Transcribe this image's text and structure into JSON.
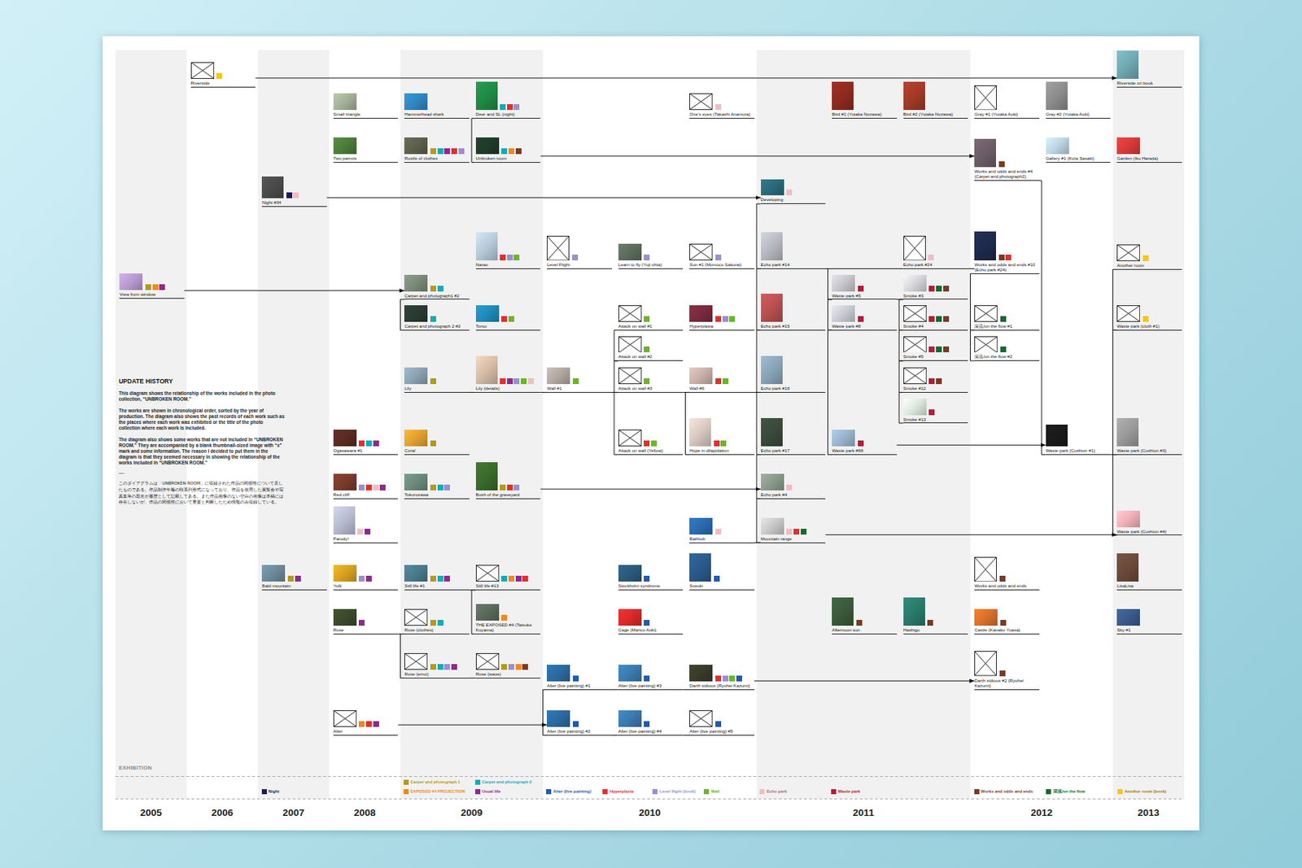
{
  "diagram": {
    "title": "UPDATE HISTORY",
    "nodes": [
      {
        "text": [
          "Riverside"
        ]
      },
      {
        "text": [
          "Riverside on book"
        ]
      },
      {
        "text": [
          "Small triangle"
        ]
      },
      {
        "text": [
          "Hammerhead shark"
        ]
      },
      {
        "text": [
          "Deer and SL (night)"
        ]
      },
      {
        "text": [
          "One's eyes (Takashi Anamura)"
        ]
      },
      {
        "text": [
          "Bird #1 (Yutaka Nozawa)"
        ]
      },
      {
        "text": [
          "Bird #2 (Yutaka Nozawa)"
        ]
      },
      {
        "text": [
          "Gray #1 (Yutaka Aoki)"
        ]
      },
      {
        "text": [
          "Gray #2 (Yutaka Aoki)"
        ]
      },
      {
        "text": [
          "Two parrots"
        ]
      },
      {
        "text": [
          "Rustle of clothes"
        ]
      },
      {
        "text": [
          "Unbroken room"
        ]
      },
      {
        "text": [
          "Works and odds and ends #4 (Carpet and photograph2)"
        ]
      },
      {
        "text": [
          "Gallery #1 (Kota Sasaki)"
        ]
      },
      {
        "text": [
          "Garden (Iku Harada)"
        ]
      },
      {
        "text": [
          "Night #34"
        ]
      },
      {
        "text": [
          "Developing"
        ]
      },
      {
        "text": [
          "Narao"
        ]
      },
      {
        "text": [
          "Level Flight"
        ]
      },
      {
        "text": [
          "Learn to fly (Yuji ohta)"
        ]
      },
      {
        "text": [
          "Sun #1 (Momoco Sakurai)"
        ]
      },
      {
        "text": [
          "Echo park #14"
        ]
      },
      {
        "text": [
          "Echo park #24"
        ]
      },
      {
        "text": [
          "Works and odds and ends #10 (Echo park #24)"
        ]
      },
      {
        "text": [
          "Another room"
        ]
      },
      {
        "text": [
          "View from window"
        ]
      },
      {
        "text": [
          "Carpet and photograph1 #2"
        ]
      },
      {
        "text": [
          "Waste park #5"
        ]
      },
      {
        "text": [
          "Smoke #3"
        ]
      },
      {
        "text": [
          "Carpet and photograph 2 #2"
        ]
      },
      {
        "text": [
          "Torso"
        ]
      },
      {
        "text": [
          "Attack on wall #1"
        ]
      },
      {
        "text": [
          "Hyperplasia"
        ]
      },
      {
        "text": [
          "Echo park #15"
        ]
      },
      {
        "text": [
          "Waste park #8"
        ]
      },
      {
        "text": [
          "Smoke #4"
        ]
      },
      {
        "text": [
          "深流/on the flow #1"
        ]
      },
      {
        "text": [
          "Waste park (cloth #1)"
        ]
      },
      {
        "text": [
          "Attack on wall #2"
        ]
      },
      {
        "text": [
          "Smoke #5"
        ]
      },
      {
        "text": [
          "深流/on the flow #2"
        ]
      },
      {
        "text": [
          "Lily"
        ]
      },
      {
        "text": [
          "Lily (details)"
        ]
      },
      {
        "text": [
          "Wall #1"
        ]
      },
      {
        "text": [
          "Attack on wall #3"
        ]
      },
      {
        "text": [
          "Wall #6"
        ]
      },
      {
        "text": [
          "Echo park #16"
        ]
      },
      {
        "text": [
          "Smoke #12"
        ]
      },
      {
        "text": [
          "Smoke #13"
        ]
      },
      {
        "text": [
          "Ogasawara #1"
        ]
      },
      {
        "text": [
          "Coral"
        ]
      },
      {
        "text": [
          "Attack on wall (Yellow)"
        ]
      },
      {
        "text": [
          "Hope in dilapidation"
        ]
      },
      {
        "text": [
          "Echo park #17"
        ]
      },
      {
        "text": [
          "Waste park #68"
        ]
      },
      {
        "text": [
          "Waste park (Cushion #1)"
        ]
      },
      {
        "text": [
          "Waste park (Cushion #3)"
        ]
      },
      {
        "text": [
          "Red cliff"
        ]
      },
      {
        "text": [
          "Tokorozawa"
        ]
      },
      {
        "text": [
          "Bush of the graveyard"
        ]
      },
      {
        "text": [
          "Echo park #4"
        ]
      },
      {
        "text": [
          "Parody!"
        ]
      },
      {
        "text": [
          "Bathtub"
        ]
      },
      {
        "text": [
          "Mountain range"
        ]
      },
      {
        "text": [
          "Waste park (Cushion #4)"
        ]
      },
      {
        "text": [
          "Bald mountain"
        ]
      },
      {
        "text": [
          "Yolk"
        ]
      },
      {
        "text": [
          "Still life #1"
        ]
      },
      {
        "text": [
          "Still life #13"
        ]
      },
      {
        "text": [
          "Stockholm syndrome"
        ]
      },
      {
        "text": [
          "Susuki"
        ]
      },
      {
        "text": [
          "Works and odds and ends"
        ]
      },
      {
        "text": [
          "LisaLisa"
        ]
      },
      {
        "text": [
          "Rose"
        ]
      },
      {
        "text": [
          "Rose (clothes)"
        ]
      },
      {
        "text": [
          "THE EXPOSED #4 (Taisuke Koyama)"
        ]
      },
      {
        "text": [
          "Cage (Marico Aoki)"
        ]
      },
      {
        "text": [
          "Afternoon sun"
        ]
      },
      {
        "text": [
          "Hashigo"
        ]
      },
      {
        "text": [
          "Castle (Kanako Yuasa)"
        ]
      },
      {
        "text": [
          "Sky #1"
        ]
      },
      {
        "text": [
          "Rose (error)"
        ]
      },
      {
        "text": [
          "Rose (wave)"
        ]
      },
      {
        "text": [
          "Alter (live painting) #1"
        ]
      },
      {
        "text": [
          "Alter (live painting) #3"
        ]
      },
      {
        "text": [
          "Darth sidious (Ryohei Kazumi)"
        ]
      },
      {
        "text": [
          "Darth sidious #2 (Ryohei Kazumi)"
        ]
      },
      {
        "text": [
          "Alter"
        ]
      },
      {
        "text": [
          "Alter (live painting) #2"
        ]
      },
      {
        "text": [
          "Alter (live painting) #4"
        ]
      },
      {
        "text": [
          "Alter (live painting) #5"
        ]
      }
    ],
    "edges": [
      {
        "from": 0,
        "to": 1,
        "arrow": "to"
      },
      {
        "from": 4,
        "to": 12,
        "arrow": "none"
      },
      {
        "from": 12,
        "to": 13,
        "arrow": "to"
      },
      {
        "from": 13,
        "to": 56,
        "arrow": "none"
      },
      {
        "from": 16,
        "to": 17,
        "arrow": "to"
      },
      {
        "from": 26,
        "to": 27,
        "arrow": "to"
      },
      {
        "from": 27,
        "to": 30,
        "arrow": "none"
      },
      {
        "from": 42,
        "to": 43,
        "arrow": "none"
      },
      {
        "from": 43,
        "to": 44,
        "arrow": "none"
      },
      {
        "from": 44,
        "to": 45,
        "arrow": "none"
      },
      {
        "from": 45,
        "to": 46,
        "arrow": "none"
      },
      {
        "from": 46,
        "to": 47,
        "arrow": "none"
      },
      {
        "from": 32,
        "to": 39,
        "arrow": "none"
      },
      {
        "from": 39,
        "to": 45,
        "arrow": "none"
      },
      {
        "from": 45,
        "to": 52,
        "arrow": "none"
      },
      {
        "from": 46,
        "to": 53,
        "arrow": "none"
      },
      {
        "from": 17,
        "to": 22,
        "arrow": "none"
      },
      {
        "from": 22,
        "to": 34,
        "arrow": "none"
      },
      {
        "from": 34,
        "to": 47,
        "arrow": "none"
      },
      {
        "from": 47,
        "to": 54,
        "arrow": "none"
      },
      {
        "from": 54,
        "to": 61,
        "arrow": "none"
      },
      {
        "from": 61,
        "to": 64,
        "arrow": "none"
      },
      {
        "from": 22,
        "to": 23,
        "arrow": "none"
      },
      {
        "from": 22,
        "to": 28,
        "arrow": "none"
      },
      {
        "from": 28,
        "to": 35,
        "arrow": "none"
      },
      {
        "from": 35,
        "to": 55,
        "arrow": "none"
      },
      {
        "from": 28,
        "to": 29,
        "arrow": "none"
      },
      {
        "from": 29,
        "to": 36,
        "arrow": "none"
      },
      {
        "from": 36,
        "to": 40,
        "arrow": "none"
      },
      {
        "from": 40,
        "to": 48,
        "arrow": "none"
      },
      {
        "from": 48,
        "to": 49,
        "arrow": "none"
      },
      {
        "from": 23,
        "to": 24,
        "arrow": "none"
      },
      {
        "from": 24,
        "to": 37,
        "arrow": "none"
      },
      {
        "from": 37,
        "to": 41,
        "arrow": "none"
      },
      {
        "from": 55,
        "to": 56,
        "arrow": "to"
      },
      {
        "from": 56,
        "to": 57,
        "arrow": "none"
      },
      {
        "from": 25,
        "to": 38,
        "arrow": "none"
      },
      {
        "from": 38,
        "to": 57,
        "arrow": "none"
      },
      {
        "from": 57,
        "to": 65,
        "arrow": "none"
      },
      {
        "from": 64,
        "to": 65,
        "arrow": "to"
      },
      {
        "from": 63,
        "to": 64,
        "arrow": "none"
      },
      {
        "from": 60,
        "to": 61,
        "arrow": "to"
      },
      {
        "from": 68,
        "to": 69,
        "arrow": "none"
      },
      {
        "from": 69,
        "to": 76,
        "arrow": "none"
      },
      {
        "from": 74,
        "to": 75,
        "arrow": "none"
      },
      {
        "from": 75,
        "to": 82,
        "arrow": "none"
      },
      {
        "from": 82,
        "to": 83,
        "arrow": "none"
      },
      {
        "from": 88,
        "to": 89,
        "arrow": "to"
      },
      {
        "from": 89,
        "to": 84,
        "arrow": "none"
      },
      {
        "from": 84,
        "to": 85,
        "arrow": "none"
      },
      {
        "from": 85,
        "to": 86,
        "arrow": "none"
      },
      {
        "from": 89,
        "to": 90,
        "arrow": "none"
      },
      {
        "from": 90,
        "to": 91,
        "arrow": "none"
      },
      {
        "from": 86,
        "to": 87,
        "arrow": "to"
      }
    ],
    "labels": [
      "This diagram shows the relationship of the works included in the photo collection, “UNBROKEN ROOM.”",
      "The works are shown in chronological order, sorted by the year of production. The diagram also shows the past records of each work such as the places where each work was exhibited or the title of the photo collection where each work is included.",
      "The diagram also shows some works that are not included in “UNBROKEN ROOM.” They are accompanied by a blank thumbnail-sized image with “x” mark and some information. The reason I decided to put them in the diagram is that they seemed necessary in showing the relationship of the works included in “UNBROKEN ROOM.”",
      "—",
      "このダイアグラムは「UNBROKEN ROOM」に収録された作品の関係性について表したものである。作品制作年毎の時系列形式になっており、作品を使用した展覧会や写真集等の題名が履歴として記載してある。また作品画像のない空白の画像は本稿には存在しないが、作品の関係性において重要と判断したため情報のみ収録している。",
      "EXHIBITION",
      "2005",
      "2006",
      "2007",
      "2008",
      "2009",
      "2010",
      "2011",
      "2012",
      "2013"
    ],
    "legend": [
      {
        "text": "Night",
        "color": "#1e1a5a"
      },
      {
        "text": "Carpet and photograph 1",
        "color": "#b39a1c"
      },
      {
        "text": "Carpet and photograph 2",
        "color": "#17aab5"
      },
      {
        "text": "EXPOSED #4 PROJECTION",
        "color": "#f0881e"
      },
      {
        "text": "Usual life",
        "color": "#8e2a8e"
      },
      {
        "text": "Alter (live painting)",
        "color": "#1f5bb5"
      },
      {
        "text": "Hyperplasia",
        "color": "#e0302e"
      },
      {
        "text": "Level flight (book)",
        "color": "#9b8fcf"
      },
      {
        "text": "Wall",
        "color": "#6cb52a"
      },
      {
        "text": "Echo park",
        "color": "#f2bcc4"
      },
      {
        "text": "Waste park",
        "color": "#b01e3a"
      },
      {
        "text": "Works and odds and ends",
        "color": "#7a3a22"
      },
      {
        "text": "深流/on the flow",
        "color": "#17692e"
      },
      {
        "text": "Another room (book)",
        "color": "#f2c81c"
      }
    ]
  }
}
